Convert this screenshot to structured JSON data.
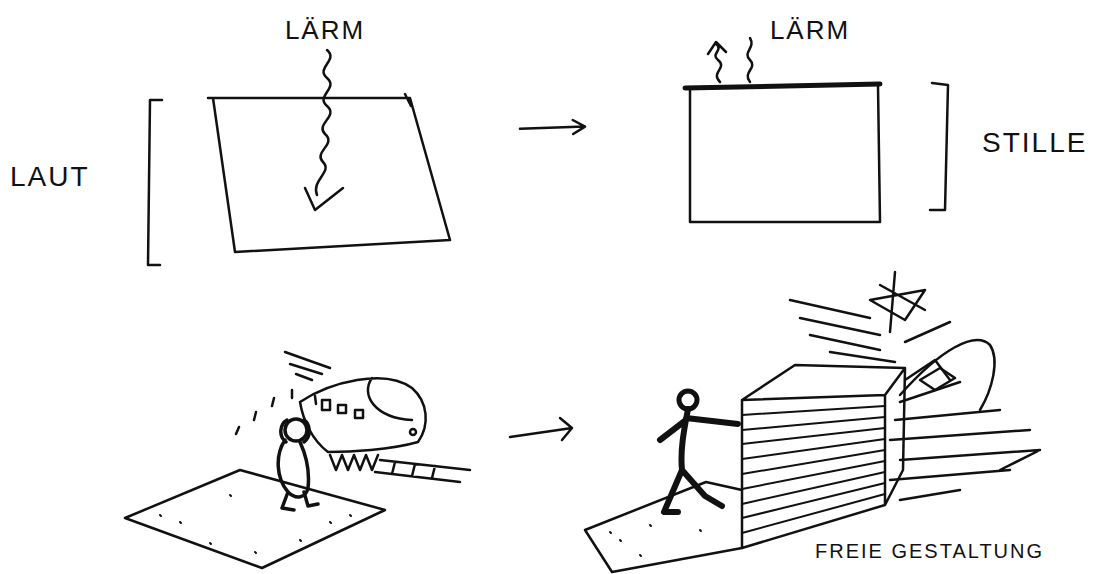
{
  "diagram": {
    "nodes": [
      {
        "text": [
          "LÄRM"
        ]
      },
      {
        "text": [
          "LÄRM"
        ]
      }
    ],
    "edges": [
      {
        "from": 0,
        "to": 1,
        "arrow": "to"
      }
    ],
    "labels": [
      "LAUT",
      "STILLE",
      "FREIE GESTALTUNG"
    ]
  }
}
